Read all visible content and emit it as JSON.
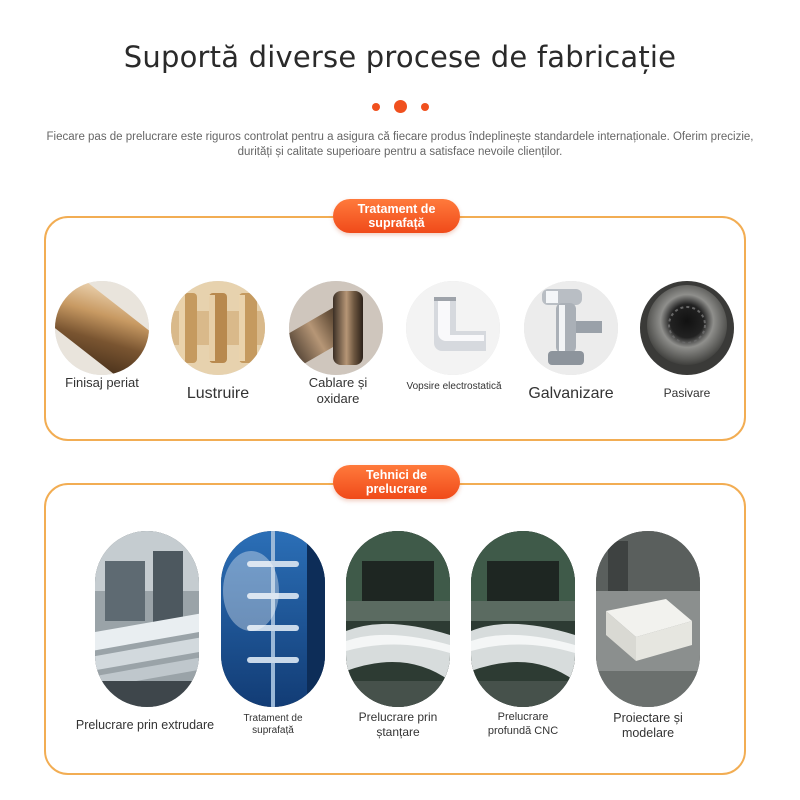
{
  "header": {
    "title": "Suportă diverse procese de fabricație",
    "description": "Fiecare pas de prelucrare este riguros controlat pentru a asigura că fiecare produs îndeplinește standardele internaționale. Oferim precizie, durități și calitate superioare pentru a satisface nevoile clienților."
  },
  "colors": {
    "accent": "#f0501e",
    "border": "#f2ad53"
  },
  "surface": {
    "badge": "Tratament de suprafață",
    "items": [
      {
        "label": "Finisaj periat",
        "image": "brushed-bronze-tube"
      },
      {
        "label": "Lustruire",
        "image": "polished-hinge"
      },
      {
        "label": "Cablare și oxidare",
        "image": "bronze-faucet-joint"
      },
      {
        "label": "Vopsire electrostatică",
        "image": "white-painted-handle"
      },
      {
        "label": "Galvanizare",
        "image": "chrome-faucet"
      },
      {
        "label": "Pasivare",
        "image": "threaded-nut"
      }
    ]
  },
  "processing": {
    "badge": "Tehnici de prelucrare",
    "items": [
      {
        "label": "Prelucrare prin extrudare",
        "image": "extrusion-machine"
      },
      {
        "label": "Tratament de suprafață",
        "image": "spray-booth"
      },
      {
        "label": "Prelucrare prin ștanțare",
        "image": "stamping-press"
      },
      {
        "label": "Prelucrare profundă CNC",
        "image": "cnc-press"
      },
      {
        "label": "Proiectare și modelare",
        "image": "mold-design"
      }
    ]
  }
}
